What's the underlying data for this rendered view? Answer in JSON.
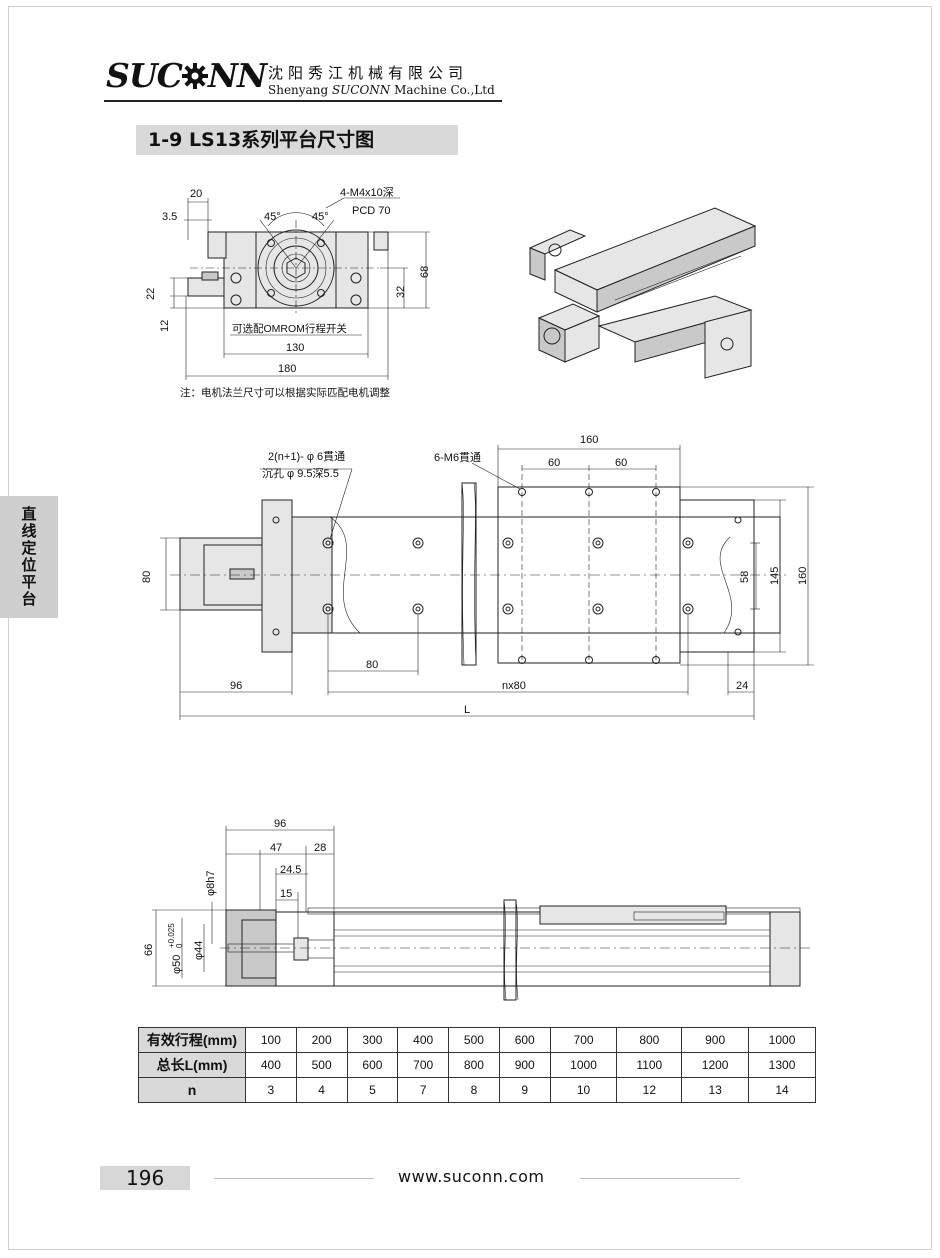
{
  "header": {
    "logo_left": "SUC",
    "logo_right": "NN",
    "company_cn": "沈阳秀江机械有限公司",
    "company_en_pre": "Shenyang ",
    "company_en_brand": "SUCONN",
    "company_en_post": " Machine Co.,Ltd"
  },
  "section_title": "1-9  LS13系列平台尺寸图",
  "side_tab": "直线定位平台",
  "drawing_front": {
    "d20": "20",
    "d3_5": "3.5",
    "d45a": "45°",
    "d45b": "45°",
    "hole_label": "4-M4x10深",
    "pcd": "PCD 70",
    "d68": "68",
    "d32": "32",
    "d22": "22",
    "d12": "12",
    "switch_note": "可选配OMROM行程开关",
    "d130": "130",
    "d180": "180"
  },
  "motor_note": "注：电机法兰尺寸可以根据实际匹配电机调整",
  "drawing_top": {
    "holes_label_1": "2(n+1)- φ 6貫通",
    "holes_label_2": "沉孔 φ 9.5深5.5",
    "m6_label": "6-M6貫通",
    "d160_top": "160",
    "d60a": "60",
    "d60b": "60",
    "d80_left": "80",
    "d58": "58",
    "d145": "145",
    "d160_right": "160",
    "d96": "96",
    "d80_bottom": "80",
    "dnx80": "nx80",
    "d24": "24",
    "dL": "L"
  },
  "drawing_side": {
    "d96": "96",
    "d47": "47",
    "d28": "28",
    "d24_5": "24.5",
    "d15": "15",
    "d8h7": "φ8h7",
    "d66": "66",
    "d50": "φ50",
    "d50_tol": "+0.025",
    "d50_tol0": "0",
    "d44": "φ44"
  },
  "spec_table": {
    "row_labels": [
      "有效行程(mm)",
      "总长L(mm)",
      "n"
    ],
    "stroke": [
      "100",
      "200",
      "300",
      "400",
      "500",
      "600",
      "700",
      "800",
      "900",
      "1000"
    ],
    "length": [
      "400",
      "500",
      "600",
      "700",
      "800",
      "900",
      "1000",
      "1100",
      "1200",
      "1300"
    ],
    "n": [
      "3",
      "4",
      "5",
      "7",
      "8",
      "9",
      "10",
      "12",
      "13",
      "14"
    ]
  },
  "footer": {
    "page": "196",
    "url": "www.suconn.com"
  }
}
